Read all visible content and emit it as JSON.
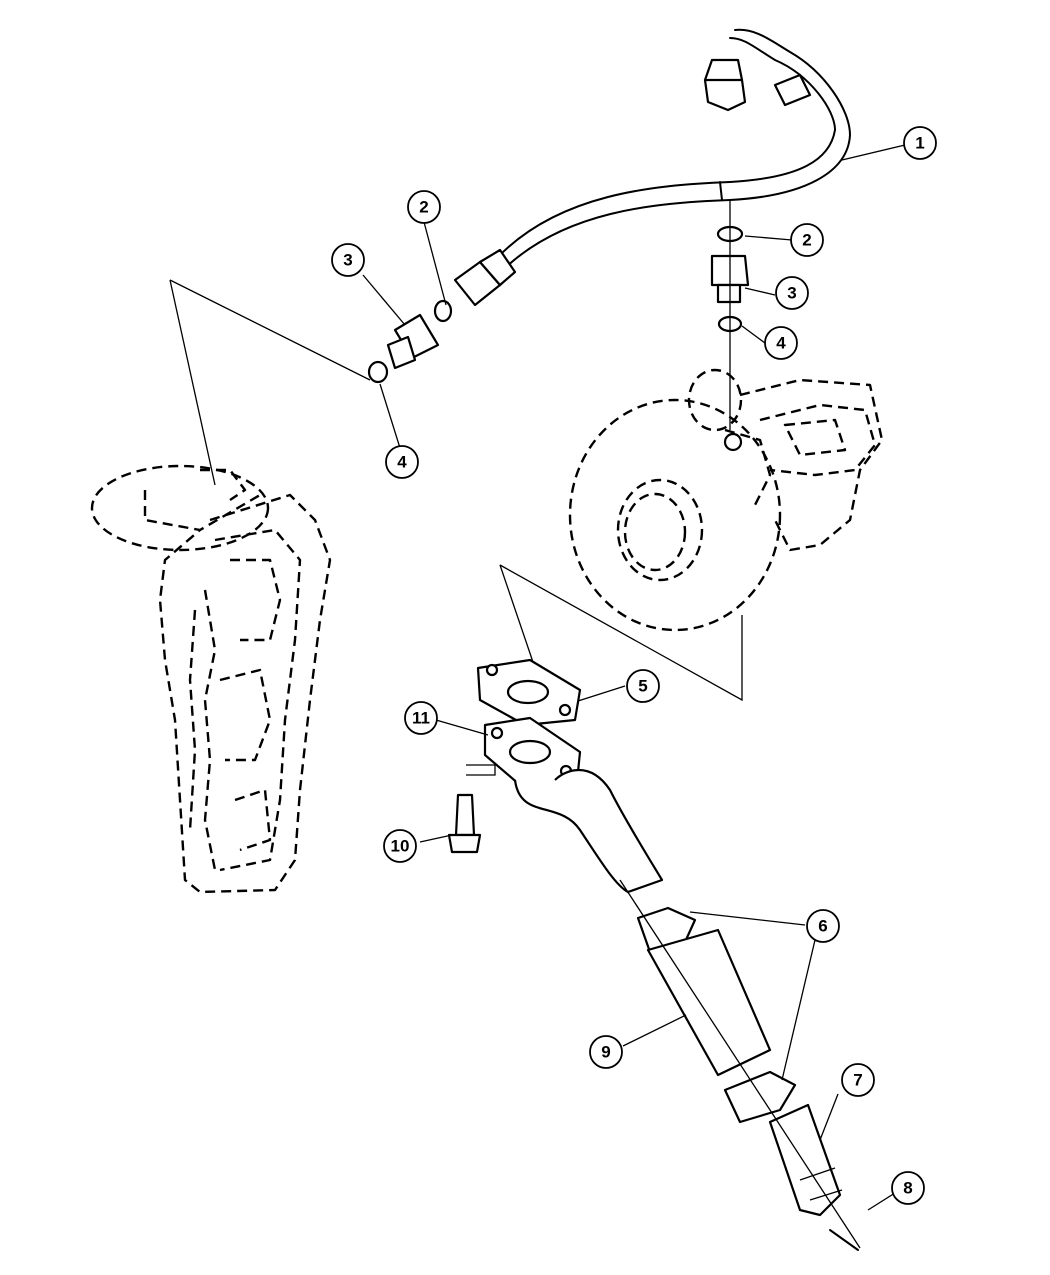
{
  "callouts": [
    {
      "id": "1",
      "label": "1"
    },
    {
      "id": "2a",
      "label": "2"
    },
    {
      "id": "2b",
      "label": "2"
    },
    {
      "id": "3a",
      "label": "3"
    },
    {
      "id": "3b",
      "label": "3"
    },
    {
      "id": "4a",
      "label": "4"
    },
    {
      "id": "4b",
      "label": "4"
    },
    {
      "id": "5",
      "label": "5"
    },
    {
      "id": "6",
      "label": "6"
    },
    {
      "id": "7",
      "label": "7"
    },
    {
      "id": "8",
      "label": "8"
    },
    {
      "id": "9",
      "label": "9"
    },
    {
      "id": "10",
      "label": "10"
    },
    {
      "id": "11",
      "label": "11"
    }
  ]
}
